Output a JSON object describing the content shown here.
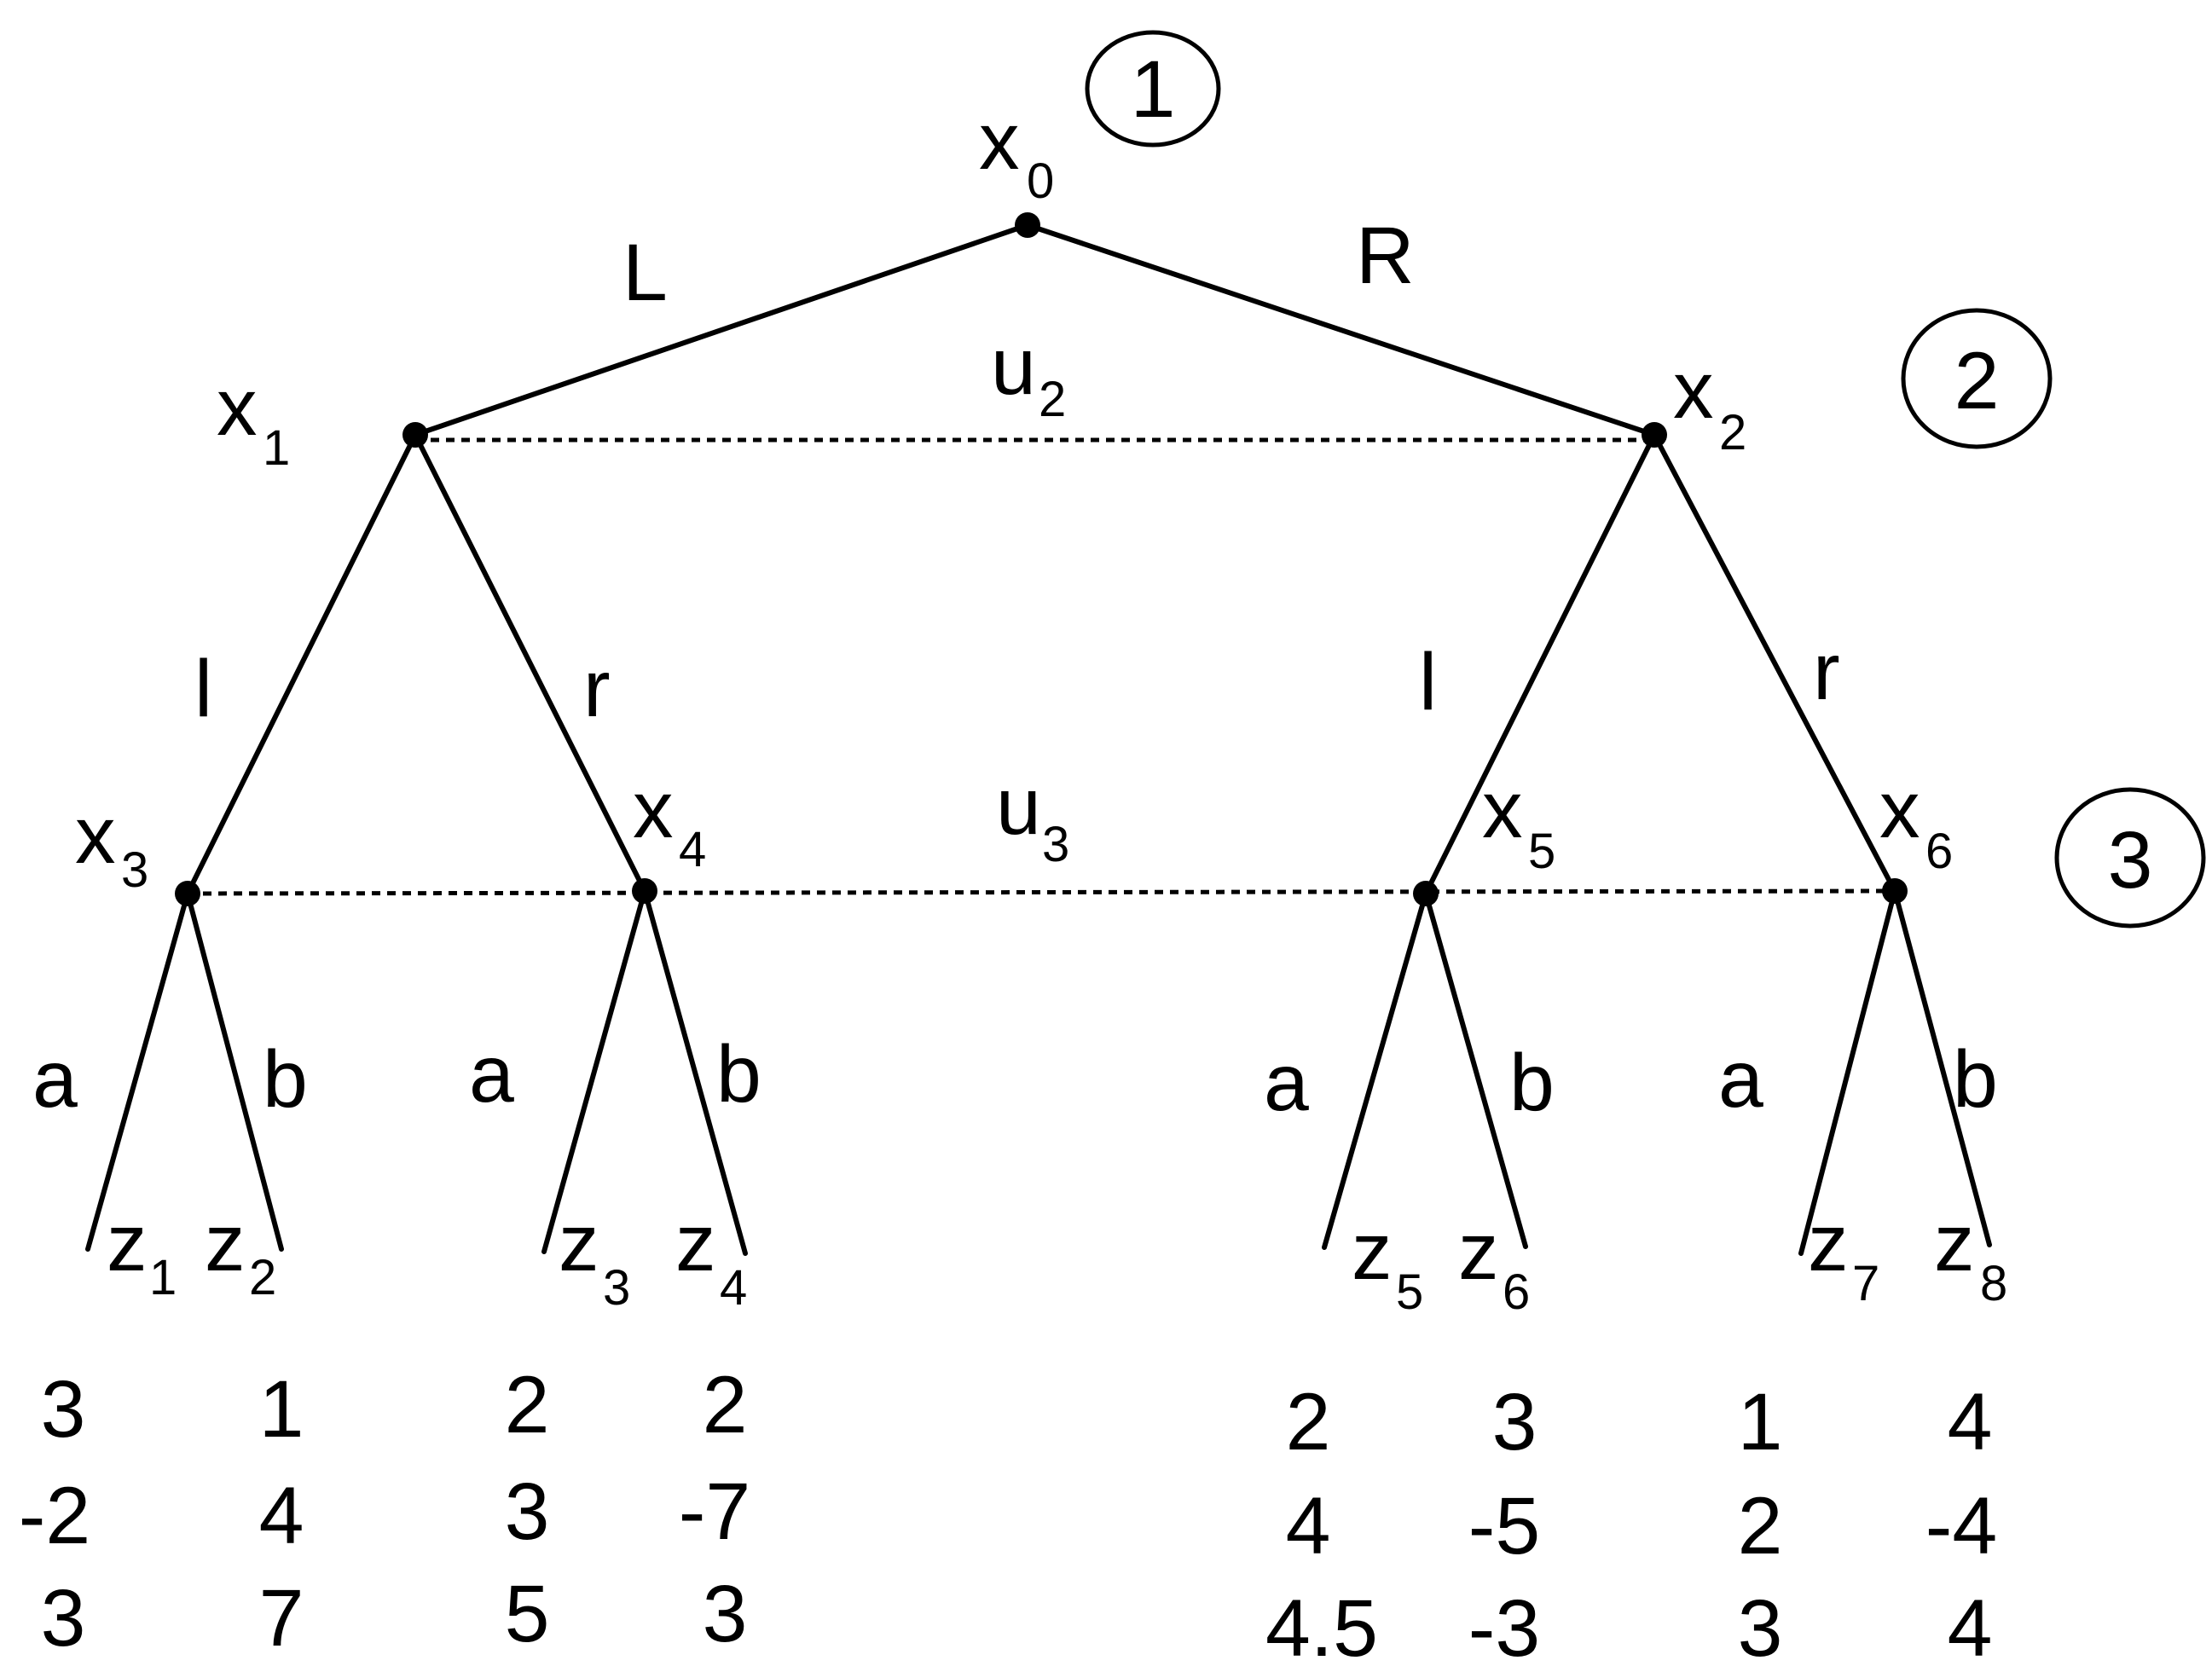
{
  "players": [
    "1",
    "2",
    "3"
  ],
  "actions": {
    "root_left": "L",
    "root_right": "R",
    "p2_left_x1": "l",
    "p2_right_x1": "r",
    "p2_left_x2": "l",
    "p2_right_x2": "r",
    "p3_a": "a",
    "p3_b": "b"
  },
  "nodes": [
    {
      "base": "x",
      "sub": "0"
    },
    {
      "base": "x",
      "sub": "1"
    },
    {
      "base": "x",
      "sub": "2"
    },
    {
      "base": "x",
      "sub": "3"
    },
    {
      "base": "x",
      "sub": "4"
    },
    {
      "base": "x",
      "sub": "5"
    },
    {
      "base": "x",
      "sub": "6"
    }
  ],
  "info_sets": [
    {
      "base": "u",
      "sub": "2"
    },
    {
      "base": "u",
      "sub": "3"
    }
  ],
  "terminals": [
    {
      "base": "z",
      "sub": "1",
      "payoffs": [
        "3",
        "-2",
        "3"
      ]
    },
    {
      "base": "z",
      "sub": "2",
      "payoffs": [
        "1",
        "4",
        "7"
      ]
    },
    {
      "base": "z",
      "sub": "3",
      "payoffs": [
        "2",
        "3",
        "5"
      ]
    },
    {
      "base": "z",
      "sub": "4",
      "payoffs": [
        "2",
        "-7",
        "3"
      ]
    },
    {
      "base": "z",
      "sub": "5",
      "payoffs": [
        "2",
        "4",
        "4.5"
      ]
    },
    {
      "base": "z",
      "sub": "6",
      "payoffs": [
        "3",
        "-5",
        "-3"
      ]
    },
    {
      "base": "z",
      "sub": "7",
      "payoffs": [
        "1",
        "2",
        "3"
      ]
    },
    {
      "base": "z",
      "sub": "8",
      "payoffs": [
        "4",
        "-4",
        "4"
      ]
    }
  ]
}
